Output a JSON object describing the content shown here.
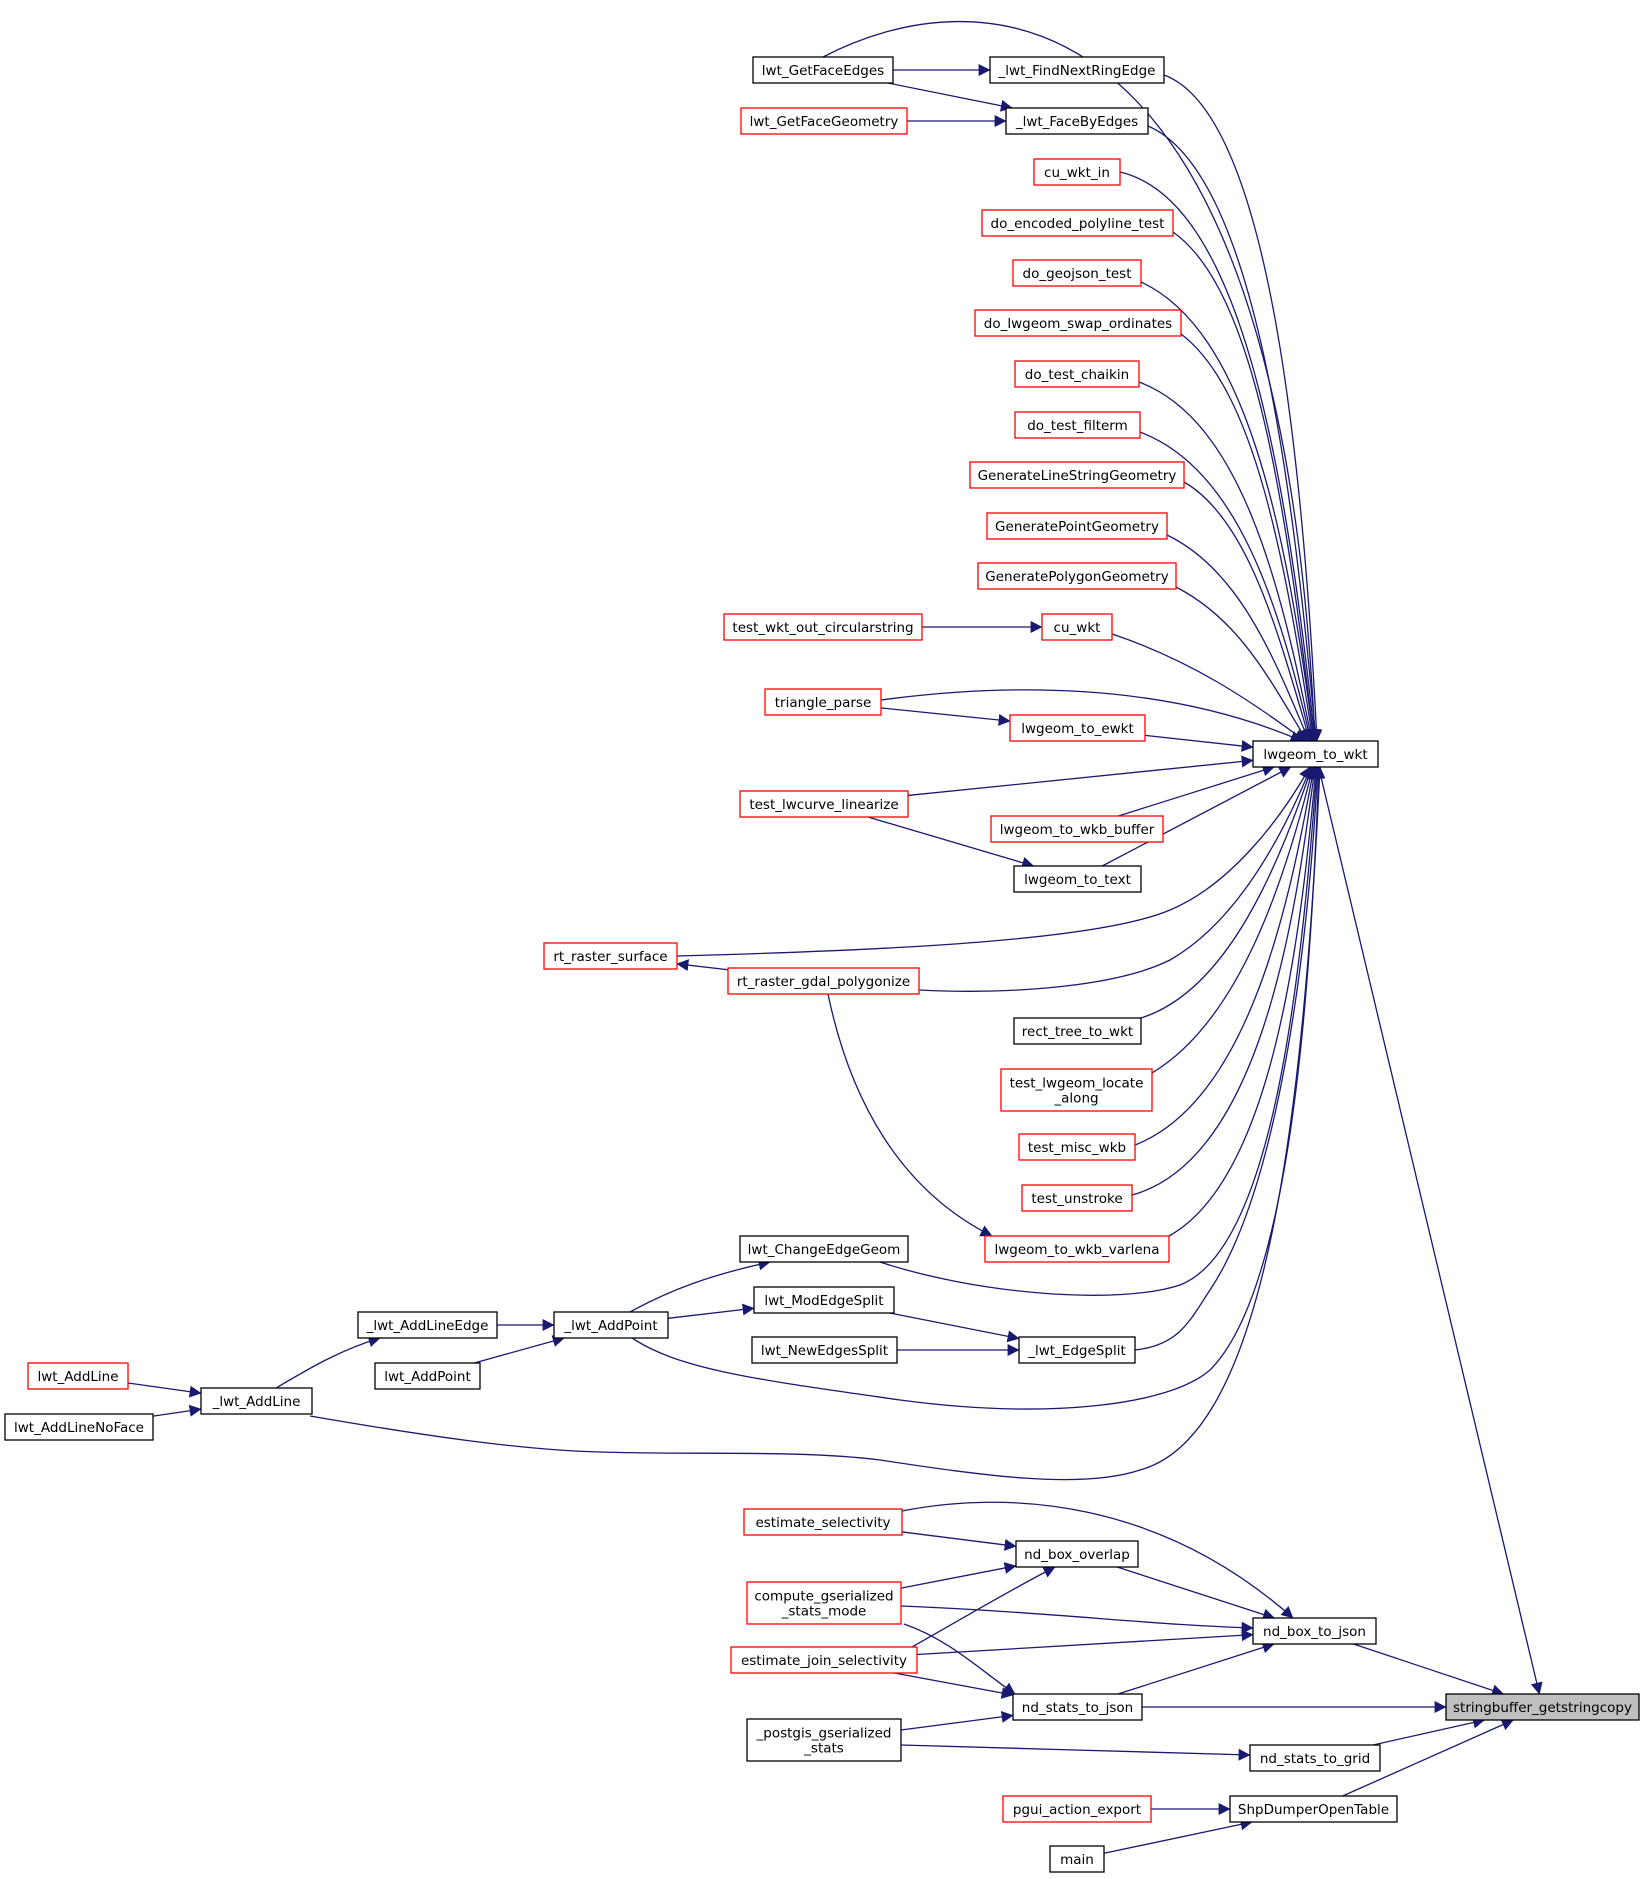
{
  "colors": {
    "edge": "#191970",
    "node_stroke_normal": "#000000",
    "node_stroke_red": "#ff0000",
    "node_fill": "#ffffff",
    "node_fill_root": "#bfbfbf"
  },
  "nodes": [
    {
      "id": "stringbuffer_getstringcopy",
      "lines": [
        "stringbuffer_getstringcopy"
      ],
      "style": "root"
    },
    {
      "id": "lwgeom_to_wkt",
      "lines": [
        "lwgeom_to_wkt"
      ],
      "style": "black"
    },
    {
      "id": "nd_box_to_json",
      "lines": [
        "nd_box_to_json"
      ],
      "style": "black"
    },
    {
      "id": "nd_stats_to_json",
      "lines": [
        "nd_stats_to_json"
      ],
      "style": "black"
    },
    {
      "id": "nd_stats_to_grid",
      "lines": [
        "nd_stats_to_grid"
      ],
      "style": "black"
    },
    {
      "id": "ShpDumperOpenTable",
      "lines": [
        "ShpDumperOpenTable"
      ],
      "style": "black"
    },
    {
      "id": "lwt_GetFaceEdges",
      "lines": [
        "lwt_GetFaceEdges"
      ],
      "style": "black"
    },
    {
      "id": "_lwt_FindNextRingEdge",
      "lines": [
        "_lwt_FindNextRingEdge"
      ],
      "style": "black"
    },
    {
      "id": "lwt_GetFaceGeometry",
      "lines": [
        "lwt_GetFaceGeometry"
      ],
      "style": "red"
    },
    {
      "id": "_lwt_FaceByEdges",
      "lines": [
        "_lwt_FaceByEdges"
      ],
      "style": "black"
    },
    {
      "id": "cu_wkt_in",
      "lines": [
        "cu_wkt_in"
      ],
      "style": "red"
    },
    {
      "id": "do_encoded_polyline_test",
      "lines": [
        "do_encoded_polyline_test"
      ],
      "style": "red"
    },
    {
      "id": "do_geojson_test",
      "lines": [
        "do_geojson_test"
      ],
      "style": "red"
    },
    {
      "id": "do_lwgeom_swap_ordinates",
      "lines": [
        "do_lwgeom_swap_ordinates"
      ],
      "style": "red"
    },
    {
      "id": "do_test_chaikin",
      "lines": [
        "do_test_chaikin"
      ],
      "style": "red"
    },
    {
      "id": "do_test_filterm",
      "lines": [
        "do_test_filterm"
      ],
      "style": "red"
    },
    {
      "id": "GenerateLineStringGeometry",
      "lines": [
        "GenerateLineStringGeometry"
      ],
      "style": "red"
    },
    {
      "id": "GeneratePointGeometry",
      "lines": [
        "GeneratePointGeometry"
      ],
      "style": "red"
    },
    {
      "id": "GeneratePolygonGeometry",
      "lines": [
        "GeneratePolygonGeometry"
      ],
      "style": "red"
    },
    {
      "id": "test_wkt_out_circularstring",
      "lines": [
        "test_wkt_out_circularstring"
      ],
      "style": "red"
    },
    {
      "id": "cu_wkt",
      "lines": [
        "cu_wkt"
      ],
      "style": "red"
    },
    {
      "id": "triangle_parse",
      "lines": [
        "triangle_parse"
      ],
      "style": "red"
    },
    {
      "id": "lwgeom_to_ewkt",
      "lines": [
        "lwgeom_to_ewkt"
      ],
      "style": "red"
    },
    {
      "id": "test_lwcurve_linearize",
      "lines": [
        "test_lwcurve_linearize"
      ],
      "style": "red"
    },
    {
      "id": "lwgeom_to_wkb_buffer",
      "lines": [
        "lwgeom_to_wkb_buffer"
      ],
      "style": "red"
    },
    {
      "id": "lwgeom_to_text",
      "lines": [
        "lwgeom_to_text"
      ],
      "style": "black"
    },
    {
      "id": "rt_raster_surface",
      "lines": [
        "rt_raster_surface"
      ],
      "style": "red"
    },
    {
      "id": "rt_raster_gdal_polygonize",
      "lines": [
        "rt_raster_gdal_polygonize"
      ],
      "style": "red"
    },
    {
      "id": "rect_tree_to_wkt",
      "lines": [
        "rect_tree_to_wkt"
      ],
      "style": "black"
    },
    {
      "id": "test_lwgeom_locate_along",
      "lines": [
        "test_lwgeom_locate",
        "_along"
      ],
      "style": "red"
    },
    {
      "id": "test_misc_wkb",
      "lines": [
        "test_misc_wkb"
      ],
      "style": "red"
    },
    {
      "id": "test_unstroke",
      "lines": [
        "test_unstroke"
      ],
      "style": "red"
    },
    {
      "id": "lwgeom_to_wkb_varlena",
      "lines": [
        "lwgeom_to_wkb_varlena"
      ],
      "style": "red"
    },
    {
      "id": "lwt_ChangeEdgeGeom",
      "lines": [
        "lwt_ChangeEdgeGeom"
      ],
      "style": "black"
    },
    {
      "id": "lwt_ModEdgeSplit",
      "lines": [
        "lwt_ModEdgeSplit"
      ],
      "style": "black"
    },
    {
      "id": "_lwt_AddLineEdge",
      "lines": [
        "_lwt_AddLineEdge"
      ],
      "style": "black"
    },
    {
      "id": "_lwt_AddPoint",
      "lines": [
        "_lwt_AddPoint"
      ],
      "style": "black"
    },
    {
      "id": "lwt_NewEdgesSplit",
      "lines": [
        "lwt_NewEdgesSplit"
      ],
      "style": "black"
    },
    {
      "id": "_lwt_EdgeSplit",
      "lines": [
        "_lwt_EdgeSplit"
      ],
      "style": "black"
    },
    {
      "id": "lwt_AddPoint",
      "lines": [
        "lwt_AddPoint"
      ],
      "style": "black"
    },
    {
      "id": "lwt_AddLine",
      "lines": [
        "lwt_AddLine"
      ],
      "style": "red"
    },
    {
      "id": "_lwt_AddLine",
      "lines": [
        "_lwt_AddLine"
      ],
      "style": "black"
    },
    {
      "id": "lwt_AddLineNoFace",
      "lines": [
        "lwt_AddLineNoFace"
      ],
      "style": "black"
    },
    {
      "id": "estimate_selectivity",
      "lines": [
        "estimate_selectivity"
      ],
      "style": "red"
    },
    {
      "id": "nd_box_overlap",
      "lines": [
        "nd_box_overlap"
      ],
      "style": "black"
    },
    {
      "id": "compute_gserialized_stats_mode",
      "lines": [
        "compute_gserialized",
        "_stats_mode"
      ],
      "style": "red"
    },
    {
      "id": "estimate_join_selectivity",
      "lines": [
        "estimate_join_selectivity"
      ],
      "style": "red"
    },
    {
      "id": "_postgis_gserialized_stats",
      "lines": [
        "_postgis_gserialized",
        "_stats"
      ],
      "style": "black"
    },
    {
      "id": "pgui_action_export",
      "lines": [
        "pgui_action_export"
      ],
      "style": "red"
    },
    {
      "id": "main",
      "lines": [
        "main"
      ],
      "style": "black"
    }
  ],
  "edges": [
    [
      "lwgeom_to_wkt",
      "stringbuffer_getstringcopy"
    ],
    [
      "nd_box_to_json",
      "stringbuffer_getstringcopy"
    ],
    [
      "nd_stats_to_json",
      "stringbuffer_getstringcopy"
    ],
    [
      "nd_stats_to_grid",
      "stringbuffer_getstringcopy"
    ],
    [
      "ShpDumperOpenTable",
      "stringbuffer_getstringcopy"
    ],
    [
      "lwt_GetFaceEdges",
      "lwgeom_to_wkt"
    ],
    [
      "lwt_GetFaceEdges",
      "_lwt_FindNextRingEdge"
    ],
    [
      "lwt_GetFaceEdges",
      "_lwt_FaceByEdges"
    ],
    [
      "_lwt_FindNextRingEdge",
      "lwgeom_to_wkt"
    ],
    [
      "lwt_GetFaceGeometry",
      "_lwt_FaceByEdges"
    ],
    [
      "_lwt_FaceByEdges",
      "lwgeom_to_wkt"
    ],
    [
      "cu_wkt_in",
      "lwgeom_to_wkt"
    ],
    [
      "do_encoded_polyline_test",
      "lwgeom_to_wkt"
    ],
    [
      "do_geojson_test",
      "lwgeom_to_wkt"
    ],
    [
      "do_lwgeom_swap_ordinates",
      "lwgeom_to_wkt"
    ],
    [
      "do_test_chaikin",
      "lwgeom_to_wkt"
    ],
    [
      "do_test_filterm",
      "lwgeom_to_wkt"
    ],
    [
      "GenerateLineStringGeometry",
      "lwgeom_to_wkt"
    ],
    [
      "GeneratePointGeometry",
      "lwgeom_to_wkt"
    ],
    [
      "GeneratePolygonGeometry",
      "lwgeom_to_wkt"
    ],
    [
      "test_wkt_out_circularstring",
      "cu_wkt"
    ],
    [
      "cu_wkt",
      "lwgeom_to_wkt"
    ],
    [
      "triangle_parse",
      "lwgeom_to_wkt"
    ],
    [
      "triangle_parse",
      "lwgeom_to_ewkt"
    ],
    [
      "lwgeom_to_ewkt",
      "lwgeom_to_wkt"
    ],
    [
      "test_lwcurve_linearize",
      "lwgeom_to_wkt"
    ],
    [
      "test_lwcurve_linearize",
      "lwgeom_to_text"
    ],
    [
      "lwgeom_to_wkb_buffer",
      "lwgeom_to_wkt"
    ],
    [
      "lwgeom_to_text",
      "lwgeom_to_wkt"
    ],
    [
      "rt_raster_surface",
      "lwgeom_to_wkt"
    ],
    [
      "rt_raster_gdal_polygonize",
      "rt_raster_surface"
    ],
    [
      "rt_raster_gdal_polygonize",
      "lwgeom_to_wkt"
    ],
    [
      "rt_raster_gdal_polygonize",
      "lwgeom_to_wkb_varlena"
    ],
    [
      "rect_tree_to_wkt",
      "lwgeom_to_wkt"
    ],
    [
      "test_lwgeom_locate_along",
      "lwgeom_to_wkt"
    ],
    [
      "test_misc_wkb",
      "lwgeom_to_wkt"
    ],
    [
      "test_unstroke",
      "lwgeom_to_wkt"
    ],
    [
      "lwgeom_to_wkb_varlena",
      "lwgeom_to_wkt"
    ],
    [
      "lwt_ChangeEdgeGeom",
      "lwgeom_to_wkt"
    ],
    [
      "_lwt_AddPoint",
      "lwt_ChangeEdgeGeom"
    ],
    [
      "_lwt_AddPoint",
      "lwt_ModEdgeSplit"
    ],
    [
      "_lwt_AddPoint",
      "lwgeom_to_wkt"
    ],
    [
      "lwt_ModEdgeSplit",
      "_lwt_EdgeSplit"
    ],
    [
      "lwt_NewEdgesSplit",
      "_lwt_EdgeSplit"
    ],
    [
      "_lwt_EdgeSplit",
      "lwgeom_to_wkt"
    ],
    [
      "_lwt_AddLineEdge",
      "_lwt_AddPoint"
    ],
    [
      "lwt_AddPoint",
      "_lwt_AddPoint"
    ],
    [
      "_lwt_AddLine",
      "_lwt_AddLineEdge"
    ],
    [
      "_lwt_AddLine",
      "lwgeom_to_wkt"
    ],
    [
      "lwt_AddLine",
      "_lwt_AddLine"
    ],
    [
      "lwt_AddLineNoFace",
      "_lwt_AddLine"
    ],
    [
      "estimate_selectivity",
      "nd_box_to_json"
    ],
    [
      "estimate_selectivity",
      "nd_box_overlap"
    ],
    [
      "nd_box_overlap",
      "nd_box_to_json"
    ],
    [
      "compute_gserialized_stats_mode",
      "nd_box_overlap"
    ],
    [
      "compute_gserialized_stats_mode",
      "nd_box_to_json"
    ],
    [
      "compute_gserialized_stats_mode",
      "nd_stats_to_json"
    ],
    [
      "estimate_join_selectivity",
      "nd_box_overlap"
    ],
    [
      "estimate_join_selectivity",
      "nd_box_to_json"
    ],
    [
      "estimate_join_selectivity",
      "nd_stats_to_json"
    ],
    [
      "nd_stats_to_json",
      "nd_box_to_json"
    ],
    [
      "_postgis_gserialized_stats",
      "nd_stats_to_json"
    ],
    [
      "_postgis_gserialized_stats",
      "nd_stats_to_grid"
    ],
    [
      "pgui_action_export",
      "ShpDumperOpenTable"
    ],
    [
      "main",
      "ShpDumperOpenTable"
    ]
  ]
}
